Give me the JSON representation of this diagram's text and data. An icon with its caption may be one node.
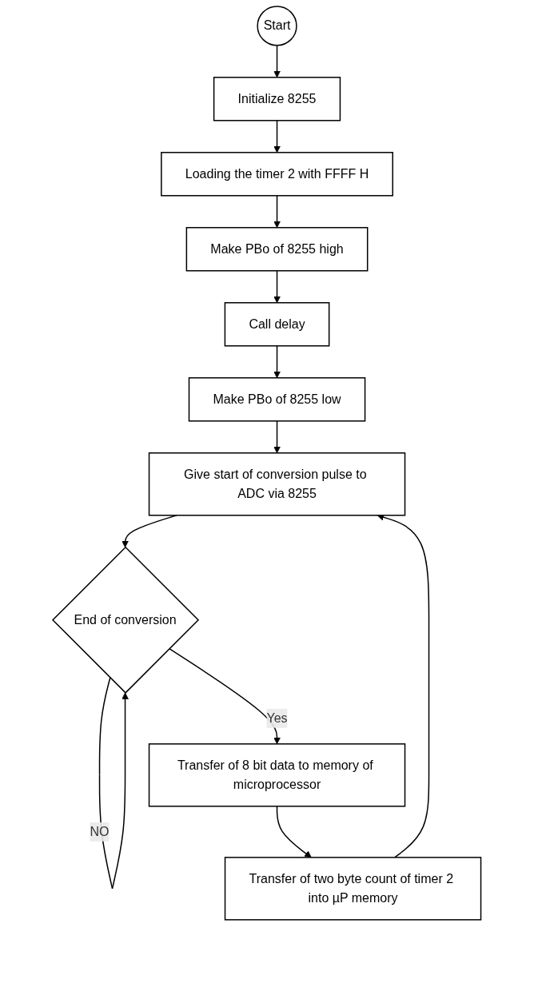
{
  "diagram": {
    "nodes": [
      {
        "text": [
          "Start"
        ]
      },
      {
        "text": [
          "Initialize 8255"
        ]
      },
      {
        "text": [
          "Loading the timer 2 with FFFF H"
        ]
      },
      {
        "text": [
          "Make PBo of 8255 high"
        ]
      },
      {
        "text": [
          "Call delay"
        ]
      },
      {
        "text": [
          "Make PBo of 8255 low"
        ]
      },
      {
        "text": [
          "Give start of conversion pulse to ADC via 8255"
        ]
      },
      {
        "text": [
          "End of conversion"
        ]
      },
      {
        "text": [
          "Transfer of 8 bit data to memory of microprocessor"
        ]
      },
      {
        "text": [
          "Transfer of two byte count of timer 2 into µP memory"
        ]
      }
    ],
    "edges": [
      {
        "from": 0,
        "to": 1,
        "arrow": "to"
      },
      {
        "from": 1,
        "to": 2,
        "arrow": "to"
      },
      {
        "from": 2,
        "to": 3,
        "arrow": "to"
      },
      {
        "from": 3,
        "to": 4,
        "arrow": "to"
      },
      {
        "from": 4,
        "to": 5,
        "arrow": "to"
      },
      {
        "from": 5,
        "to": 6,
        "arrow": "to"
      },
      {
        "from": 6,
        "to": 7,
        "arrow": "to"
      },
      {
        "from": 7,
        "to": 7,
        "label": "NO",
        "arrow": "to"
      },
      {
        "from": 7,
        "to": 8,
        "label": "Yes",
        "arrow": "to"
      },
      {
        "from": 8,
        "to": 9,
        "arrow": "to"
      },
      {
        "from": 9,
        "to": 6,
        "arrow": "to"
      }
    ]
  }
}
